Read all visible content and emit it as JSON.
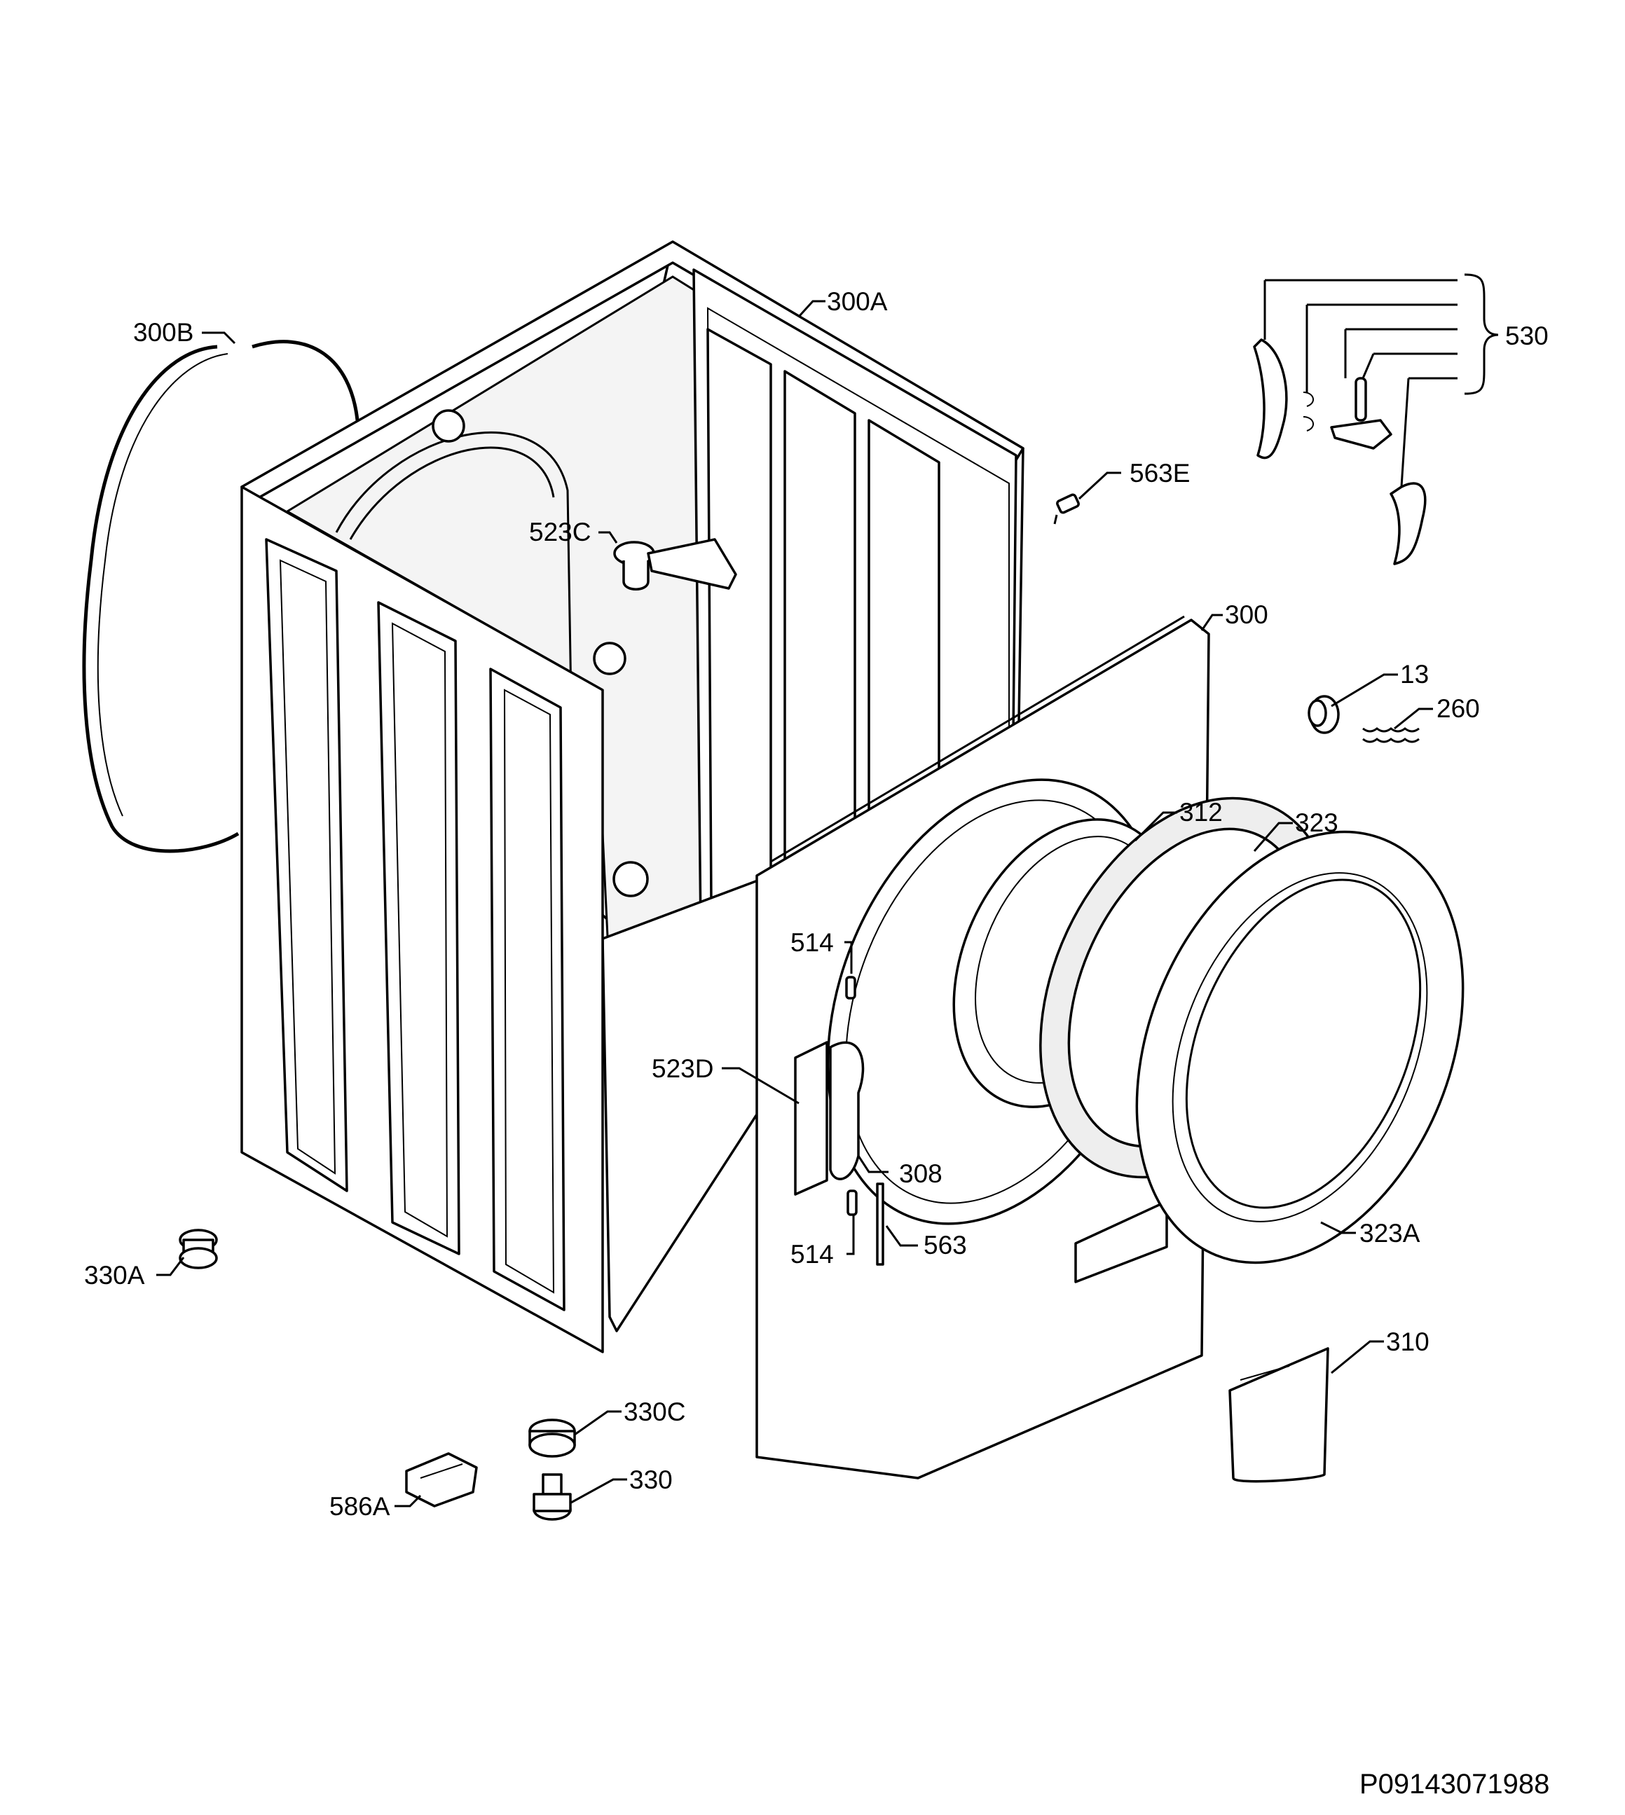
{
  "drawing_code": "P09143071988",
  "labels": {
    "l300a": "300A",
    "l300b": "300B",
    "l530": "530",
    "l563e": "563E",
    "l523c": "523C",
    "l300": "300",
    "l13": "13",
    "l260": "260",
    "l312": "312",
    "l323": "323",
    "l514a": "514",
    "l523d": "523D",
    "l308": "308",
    "l514b": "514",
    "l563": "563",
    "l323a": "323A",
    "l330a": "330A",
    "l310": "310",
    "l330c": "330C",
    "l330": "330",
    "l586a": "586A"
  }
}
